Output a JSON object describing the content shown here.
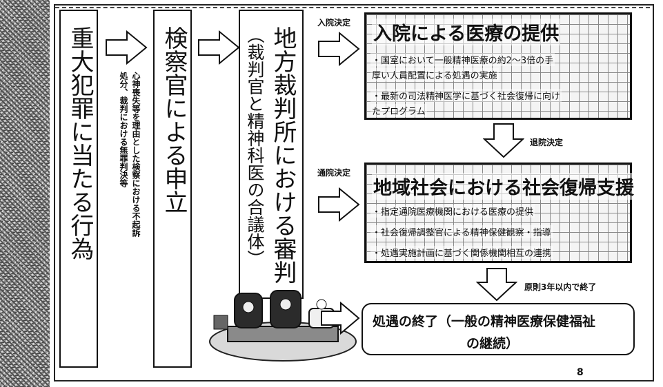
{
  "steps": {
    "act": "重大犯罪に当たる行為",
    "prosecutor": "検察官による申立",
    "court_title": "地方裁判所における審判",
    "court_sub": "（裁判官と精神科医の合議体）"
  },
  "note": {
    "line1": "心神喪失等を理由とした検察における不起訴",
    "line2": "処分、裁判における無罪判決等"
  },
  "inpatient": {
    "decision_label": "入院決定",
    "title": "入院による医療の提供",
    "line1": "・国室において一般精神医療の約2～3倍の手",
    "line2": "厚い人員配置による処遇の実施",
    "line3": "・最新の司法精神医学に基づく社会復帰に向け",
    "line4": "たプログラム"
  },
  "discharge_label": "退院決定",
  "outpatient": {
    "decision_label": "通院決定",
    "title": "地域社会における社会復帰支援",
    "line1": "・指定通院医療機関における医療の提供",
    "line2": "・社会復帰調整官による精神保健観察・指導",
    "line3": "・処遇実施計画に基づく関係機関相互の連携"
  },
  "end_label": "原則3年以内で終了",
  "final": {
    "line1": "処遇の終了（一般の精神医療保健福祉",
    "line2": "の継続）"
  },
  "page_number": "8"
}
